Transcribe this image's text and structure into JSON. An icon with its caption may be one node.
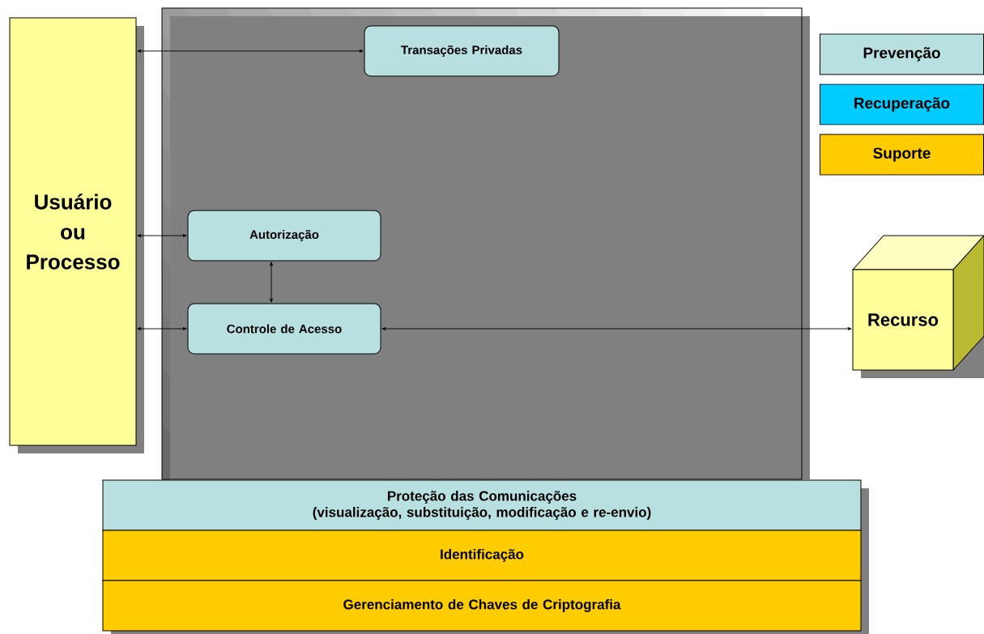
{
  "diagram": {
    "nodes": [
      {
        "text": [
          "Usuário ou Processo"
        ]
      },
      {
        "text": [],
        "shape": "box"
      },
      {
        "text": [
          "Transações Privadas"
        ],
        "in": 1
      },
      {
        "text": [
          "Autorização"
        ],
        "in": 1
      },
      {
        "text": [
          "Controle de Acesso"
        ],
        "in": 1
      },
      {
        "text": [
          "Recurso"
        ]
      },
      {
        "text": [
          "Proteção das Comunicações",
          "(visualização, substituição, modificação e re-envio)"
        ]
      },
      {
        "text": [
          "Identificação"
        ]
      },
      {
        "text": [
          "Gerenciamento de Chaves de Criptografia"
        ]
      }
    ],
    "edges": [
      {
        "from": 0,
        "to": 2,
        "arrow": "both"
      },
      {
        "from": 0,
        "to": 3,
        "arrow": "both"
      },
      {
        "from": 3,
        "to": 4,
        "arrow": "both"
      },
      {
        "from": 0,
        "to": 4,
        "arrow": "both"
      },
      {
        "from": 4,
        "to": 5,
        "arrow": "both"
      }
    ],
    "legend": [
      {
        "text": "Prevenção",
        "color": "#b9e0e0"
      },
      {
        "text": "Recuperação",
        "color": "#00ccff"
      },
      {
        "text": "Suporte",
        "color": "#ffcc00"
      }
    ]
  }
}
